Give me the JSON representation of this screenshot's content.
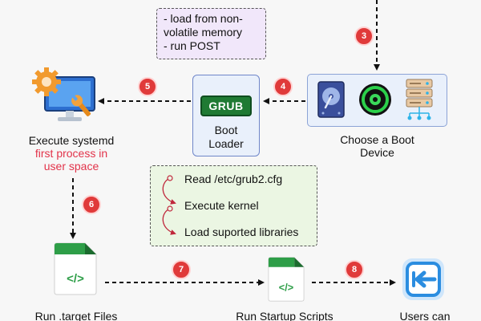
{
  "note_top": {
    "lines": [
      "- load from non-",
      "volatile memory",
      "- run POST"
    ]
  },
  "bootloader": {
    "grub_label": "GRUB",
    "line1": "Boot",
    "line2": "Loader"
  },
  "device": {
    "line1": "Choose a Boot",
    "line2": "Device"
  },
  "systemd": {
    "line1": "Execute systemd",
    "line2": "first process in",
    "line3": "user space"
  },
  "grub_steps": [
    {
      "text": "Read /etc/grub2.cfg"
    },
    {
      "text": "Execute kernel"
    },
    {
      "text": "Load suported libraries"
    }
  ],
  "bottom": {
    "target_files": "Run .target Files",
    "startup_scripts": "Run Startup Scripts",
    "users": "Users can"
  },
  "badges": [
    "3",
    "4",
    "5",
    "6",
    "7",
    "8"
  ],
  "icons": {
    "settings": "computer-settings-icon",
    "hdd": "hard-drive-icon",
    "disc": "optical-disc-icon",
    "server": "server-icon",
    "file1": "code-file-icon",
    "file2": "code-file-icon",
    "login": "login-icon",
    "code_symbol": "</>"
  },
  "colors": {
    "background": "#f7f7f7",
    "badge": "#e03a3a",
    "accent_red": "#e2334a",
    "grub_green": "#1f7a33",
    "box_blue": "#e9f0fb",
    "note_purple": "#f1e7fa",
    "note_green": "#ebf6e3"
  }
}
